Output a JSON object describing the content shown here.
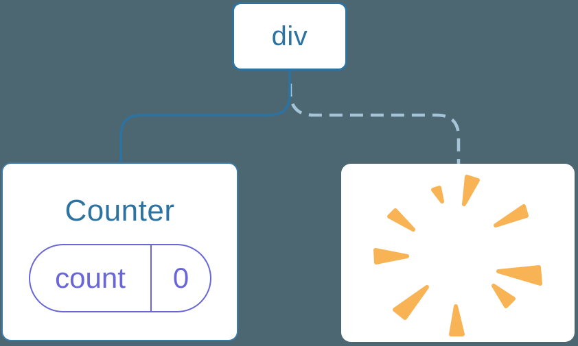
{
  "diagram": {
    "description": "React component tree diagram: div root with Counter child (state preserved) and removed child (state destroyed, poof burst)",
    "background_color": "#4C6772",
    "root_node": {
      "label": "div"
    },
    "counter_node": {
      "title": "Counter",
      "state_key": "count",
      "state_value": "0"
    },
    "removed_node": {
      "icon": "poof-burst-icon"
    },
    "edges": [
      {
        "name": "root-to-counter",
        "style": "solid",
        "color": "#2D73A2"
      },
      {
        "name": "root-to-removed",
        "style": "dashed",
        "color": "#A6C4D8"
      }
    ],
    "colors": {
      "node_fill": "#FFFFFF",
      "node_border_blue": "#2D73A2",
      "counter_border_blue": "#3D7BA6",
      "label_blue": "#2D73A2",
      "state_purple": "#6866D8",
      "burst_orange": "#F8B355"
    }
  }
}
